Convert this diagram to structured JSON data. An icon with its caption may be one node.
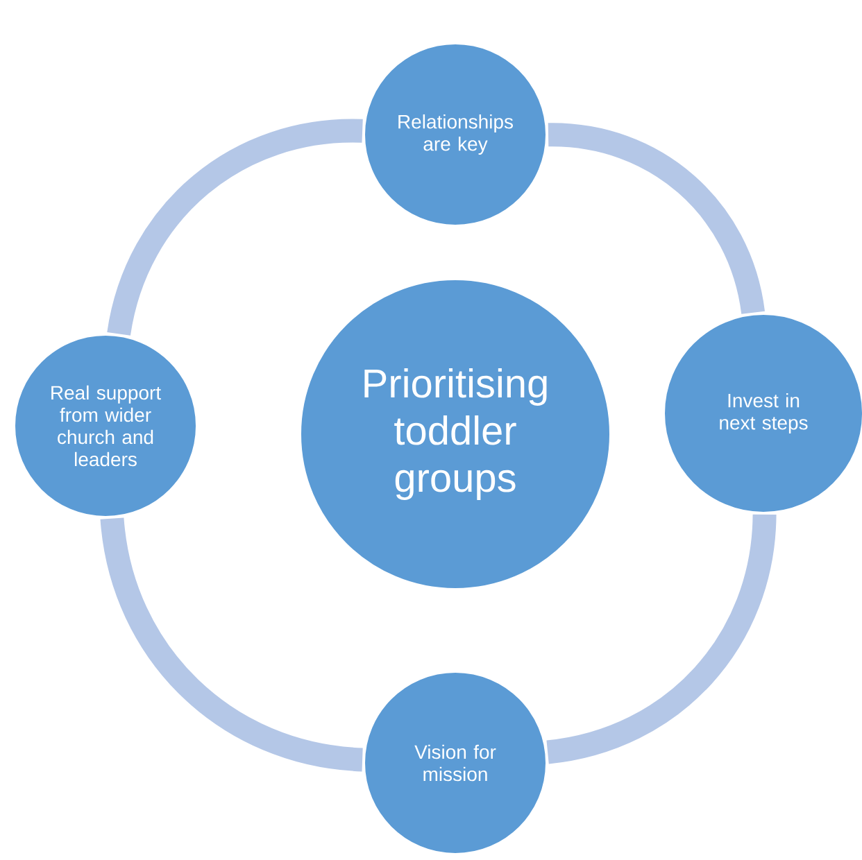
{
  "diagram": {
    "nodes": [
      {
        "text": [
          "Relationships are key"
        ]
      },
      {
        "text": [
          "Real support from wider church and leaders"
        ]
      },
      {
        "text": [
          "Prioritising toddler groups"
        ]
      },
      {
        "text": [
          "Invest in next steps"
        ]
      },
      {
        "text": [
          "Vision for mission"
        ]
      }
    ],
    "edges": [
      {
        "from": 0,
        "to": 3,
        "arrow": "none"
      },
      {
        "from": 3,
        "to": 4,
        "arrow": "none"
      },
      {
        "from": 4,
        "to": 1,
        "arrow": "none"
      },
      {
        "from": 1,
        "to": 0,
        "arrow": "none"
      }
    ]
  }
}
